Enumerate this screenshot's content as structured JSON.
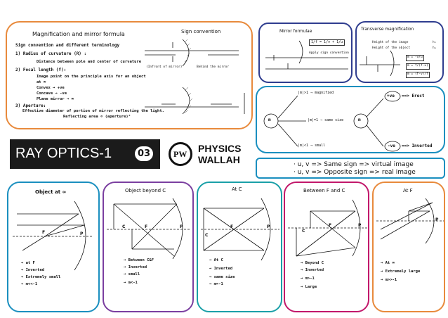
{
  "magnification": {
    "title": "Magnification and mirror formula",
    "sign_convention_title": "Sign convention",
    "heading": "Sign convention and different terminology",
    "roc_label": "1) Radius of curvature (R) :",
    "roc_desc": "Distance between pole and center of curvature",
    "focal_label": "2) Focal length (f):",
    "focal_desc_1": "Image point on the principle axis for an object",
    "focal_desc_2": "at ∞",
    "convex": "Convex → +ve",
    "concave": "Concave → -ve",
    "plane": "Plane mirror → ∞",
    "aperture_label": "3) Aperture:",
    "aperture_desc": "Effective diameter of portion of mirror reflecting the light.",
    "reflecting_area": "Reflecting area ∝ (aperture)²",
    "incident_label": "(Infront of mirror)",
    "behind_label": "Behind the mirror"
  },
  "mirror_formulae": {
    "title": "Mirror formulae",
    "formula": "1/f = 1/v + 1/u",
    "note": "Apply sign convention"
  },
  "transverse": {
    "title": "Transverse magnification",
    "line1": "Height of the image",
    "line1_sym": "hᵢ",
    "line2": "Height of the object",
    "line2_sym": "hₒ",
    "box1": "m = -v/u",
    "box2": "m = f/(f-u)",
    "box3": "m = (f-v)/f"
  },
  "cases": {
    "m_label": "m",
    "magnified": "|m|>1 → magnified",
    "same_size": "|m|=1 → same size",
    "small": "|m|<1 → small",
    "positive": "+ve",
    "erect": "==> Erect",
    "negative": "-ve",
    "inverted": "==> Inverted"
  },
  "header": {
    "title": "RAY OPTICS-1",
    "number": "03",
    "brand_line1": "PHYSICS",
    "brand_line2": "WALLAH",
    "logo_letters": "PW"
  },
  "rules": {
    "rule1": "· u, v => Same sign => virtual image",
    "rule2": "· u, v => Opposite sign => real image"
  },
  "object_positions": [
    {
      "title": "Object at ∞",
      "lines": [
        "→ at F",
        "→ Inverted",
        "→ Extremely small",
        "→ m<<-1"
      ],
      "color": "#1a8fbf"
    },
    {
      "title": "Object beyond C",
      "lines": [
        "→ Between C&F",
        "→ Inverted",
        "→ small",
        "→ m<-1"
      ],
      "color": "#7b3fa0"
    },
    {
      "title": "At C",
      "lines": [
        "→ At C",
        "→ Inverted",
        "→ same size",
        "→ m=-1"
      ],
      "color": "#1aa0a8"
    },
    {
      "title": "Between F and C",
      "lines": [
        "→ Beyond C",
        "→ Inverted",
        "→ m>-1",
        "→ Large"
      ],
      "color": "#c2186b"
    },
    {
      "title": "At F",
      "lines": [
        "→ At ∞",
        "→ Extremely large",
        "→ m>>-1"
      ],
      "color": "#e88a3c"
    }
  ],
  "labels": {
    "F": "F",
    "C": "C",
    "P": "P"
  },
  "colors": {
    "orange": "#e88a3c",
    "navy": "#2f3d8f",
    "blue": "#1a8fbf",
    "dark_band": "#1b1b1b"
  }
}
